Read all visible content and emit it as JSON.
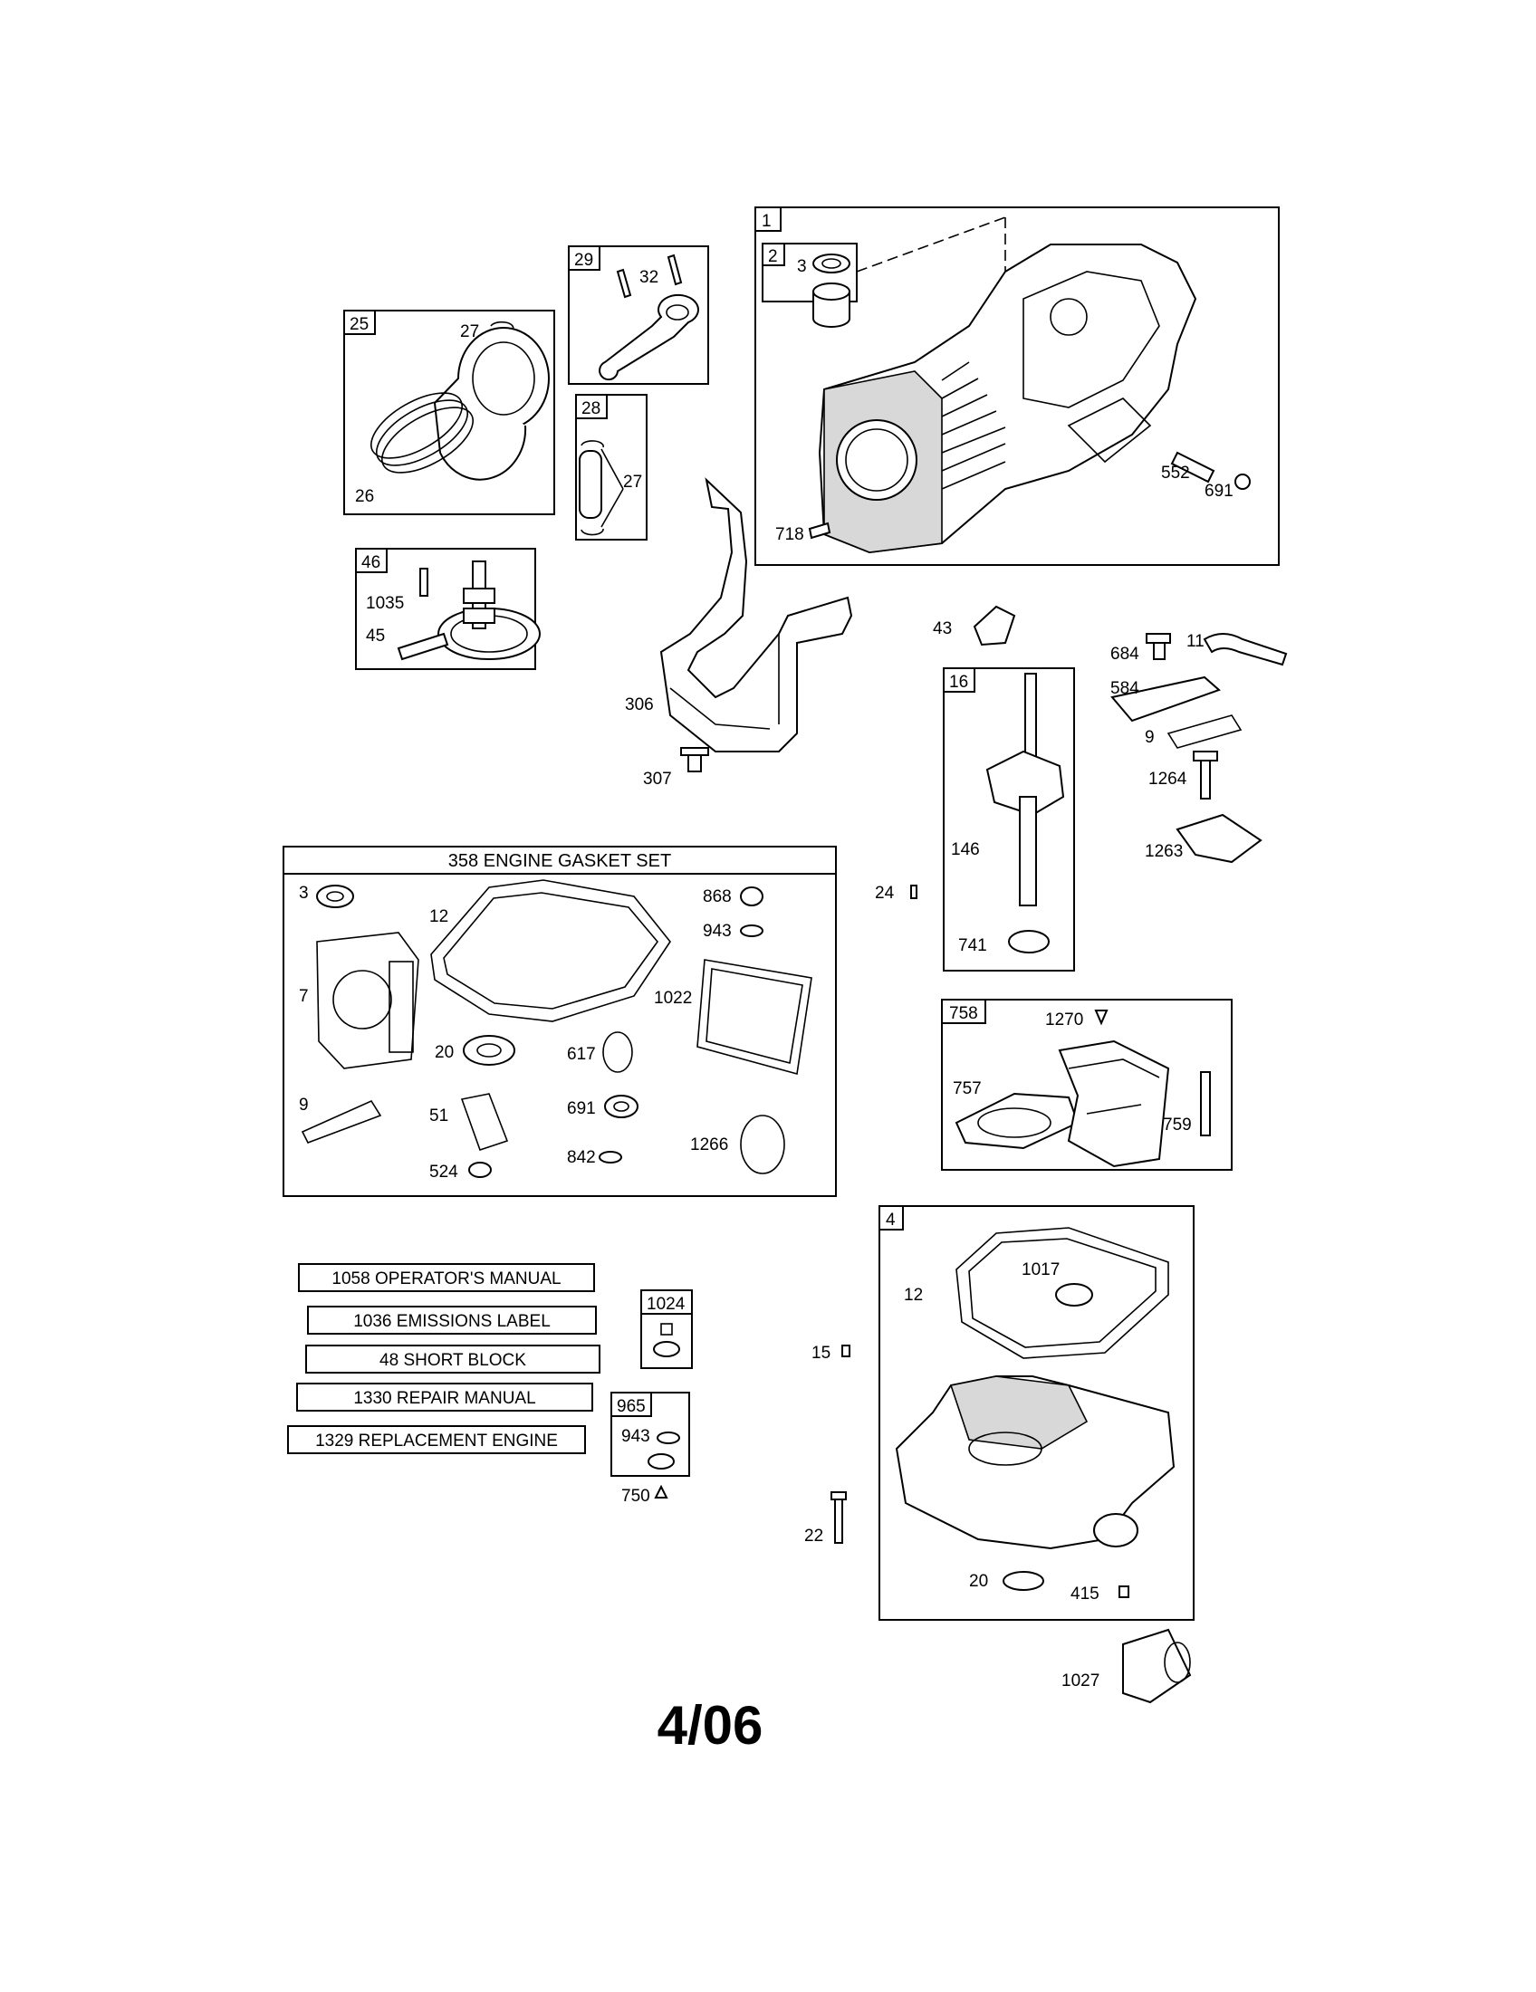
{
  "boxes": {
    "b1": "1",
    "b2": "2",
    "b4": "4",
    "b16": "16",
    "b25": "25",
    "b28": "28",
    "b29": "29",
    "b46": "46",
    "b758": "758",
    "b1024": "1024",
    "b965": "965"
  },
  "gasket_set_title": "358 ENGINE GASKET SET",
  "labels": {
    "p3a": "3",
    "p552": "552",
    "p691a": "691",
    "p718": "718",
    "p27a": "27",
    "p26": "26",
    "p32": "32",
    "p27b": "27",
    "p1035": "1035",
    "p45": "45",
    "p306": "306",
    "p307": "307",
    "p43": "43",
    "p684": "684",
    "p11": "11",
    "p584": "584",
    "p9a": "9",
    "p1264": "1264",
    "p1263": "1263",
    "p146": "146",
    "p741": "741",
    "p24": "24",
    "g3": "3",
    "g12": "12",
    "g7": "7",
    "g20": "20",
    "g9": "9",
    "g51": "51",
    "g524": "524",
    "g868": "868",
    "g943": "943",
    "g1022": "1022",
    "g617": "617",
    "g691": "691",
    "g842": "842",
    "g1266": "1266",
    "p1270": "1270",
    "p757": "757",
    "p759": "759",
    "p12b": "12",
    "p1017": "1017",
    "p15": "15",
    "p22": "22",
    "p20b": "20",
    "p415": "415",
    "p1027": "1027",
    "p943b": "943",
    "p750": "750"
  },
  "manual_items": [
    "1058 OPERATOR'S MANUAL",
    "1036 EMISSIONS LABEL",
    "48 SHORT BLOCK",
    "1330 REPAIR MANUAL",
    "1329 REPLACEMENT ENGINE"
  ],
  "date_code": "4/06"
}
